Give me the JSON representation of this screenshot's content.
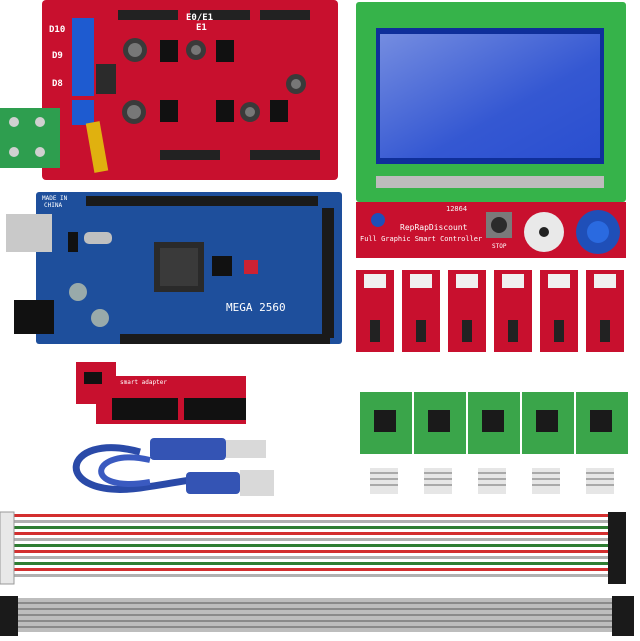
{
  "ramps": {
    "labels": {
      "d10": "D10",
      "d9": "D9",
      "d8": "D8",
      "e0e1": "E0/E1",
      "e1": "E1"
    }
  },
  "mega": {
    "model": "MEGA 2560",
    "made_in": "MADE IN",
    "china": "CHINA"
  },
  "lcd": {
    "model": "12864",
    "brand": "RepRapDiscount",
    "subtitle": "Full Graphic Smart Controller",
    "stop": "STOP"
  },
  "adapter": {
    "label": "smart adapter"
  },
  "counts": {
    "endstops": 6,
    "drivers": 5,
    "heatsinks": 5
  },
  "colors": {
    "ramps_red": "#c8102e",
    "mega_blue": "#1e4f9c",
    "lcd_green": "#36b34a",
    "lcd_screen": "#2a4fd0",
    "driver_green": "#3aa54a",
    "usb_blue": "#2a4aa8",
    "ribbon_red": "#d32f2f",
    "ribbon_green": "#2e7d32",
    "ribbon_gray": "#9e9e9e"
  }
}
